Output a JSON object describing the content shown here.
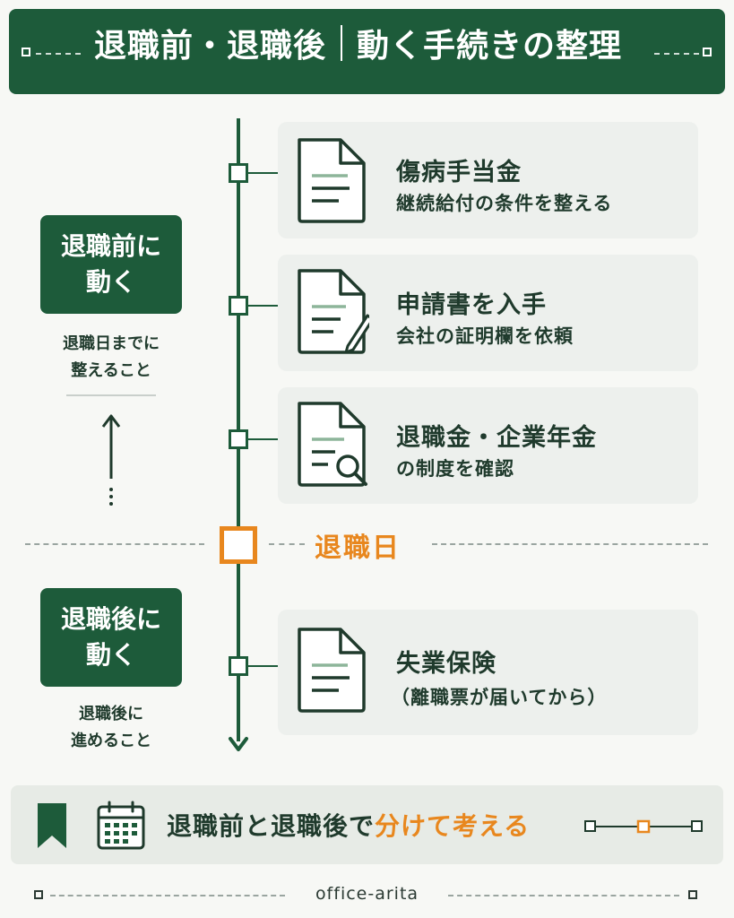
{
  "header": {
    "title_left": "退職前・退職後",
    "title_right": "動く手続きの整理"
  },
  "left_labels": {
    "before": {
      "line1": "退職前に",
      "line2": "動く",
      "note1": "退職日までに",
      "note2": "整えること"
    },
    "after": {
      "line1": "退職後に",
      "line2": "動く",
      "note1": "退職後に",
      "note2": "進めること"
    }
  },
  "cards": [
    {
      "title": "傷病手当金",
      "sub": "継続給付の条件を整える",
      "icon": "document-icon"
    },
    {
      "title": "申請書を入手",
      "sub": "会社の証明欄を依頼",
      "icon": "document-pen-icon"
    },
    {
      "title": "退職金・企業年金",
      "sub": "の制度を確認",
      "icon": "document-search-icon"
    },
    {
      "title": "失業保険",
      "sub": "（離職票が届いてから）",
      "icon": "document-icon"
    }
  ],
  "retirement_day": "退職日",
  "banner": {
    "text_main": "退職前と退職後で",
    "text_highlight": "分けて考える"
  },
  "footer": "office-arita",
  "colors": {
    "green": "#1d5b3a",
    "orange": "#e8871e",
    "card": "#edf0ed"
  }
}
